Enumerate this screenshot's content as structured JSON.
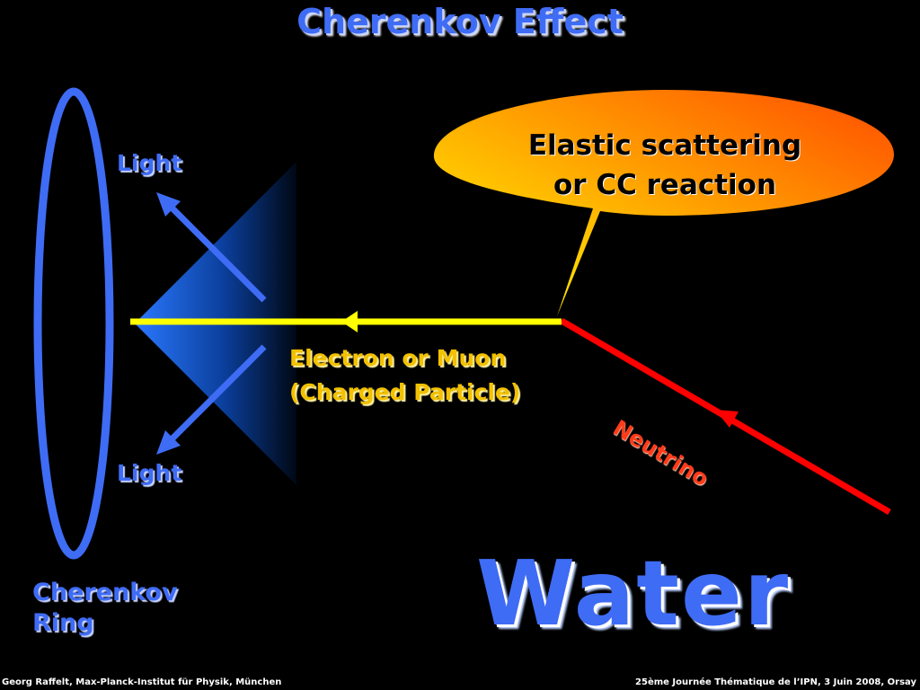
{
  "title": "Cherenkov Effect",
  "labels": {
    "light_top": "Light",
    "light_bottom": "Light",
    "ring_line1": "Cherenkov",
    "ring_line2": "Ring",
    "particle_line1": "Electron or Muon",
    "particle_line2": "(Charged Particle)",
    "neutrino": "Neutrino",
    "bubble_line1": "Elastic scattering",
    "bubble_line2": "or CC reaction",
    "medium": "Water"
  },
  "footer": {
    "left": "Georg Raffelt, Max-Planck-Institut für Physik, München",
    "right": "25ème Journée Thématique de l’IPN, 3 Juin 2008, Orsay"
  },
  "colors": {
    "background": "#000000",
    "ring": "#3f6cf5",
    "light_arrows": "#3f6cf5",
    "particle_track": "#ffff00",
    "neutrino_track": "#ff0000",
    "bubble_gradient_start": "#ffff00",
    "bubble_gradient_end": "#ff5a00"
  },
  "icons": {
    "particle_direction": "arrow-left-icon",
    "neutrino_direction": "arrow-up-left-icon"
  }
}
